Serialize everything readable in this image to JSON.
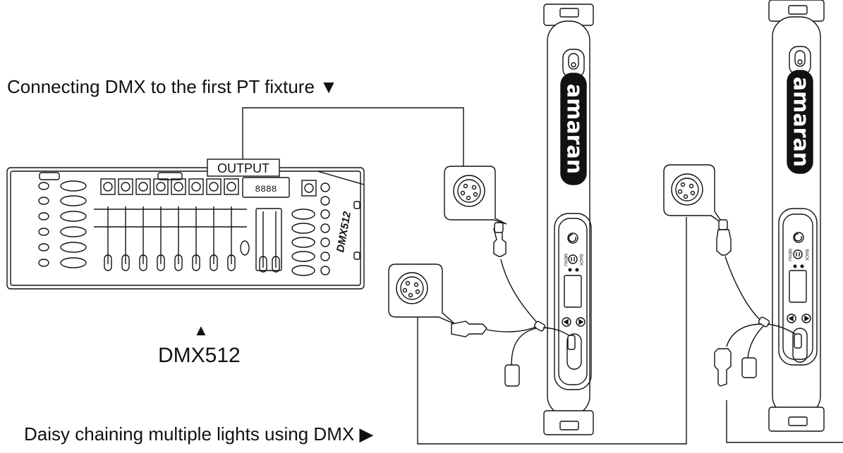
{
  "captions": {
    "first_fixture": "Connecting DMX to the first PT fixture ▼",
    "daisy_chain": "Daisy chaining multiple lights using DMX ▶",
    "console_label": "DMX512",
    "up_arrow": "▲"
  },
  "console": {
    "output_label": "OUTPUT",
    "display_readout": "8888",
    "model_text": "DMX512",
    "fader_count": 8
  },
  "fixtures": [
    {
      "brand": "amaran",
      "buttons": {
        "menu": "MENU",
        "back": "BACK"
      }
    },
    {
      "brand": "amaran",
      "buttons": {
        "menu": "MENU",
        "back": "BACK"
      }
    }
  ],
  "colors": {
    "line": "#111111",
    "fill": "#ffffff",
    "shade": "#e6e6e6"
  }
}
